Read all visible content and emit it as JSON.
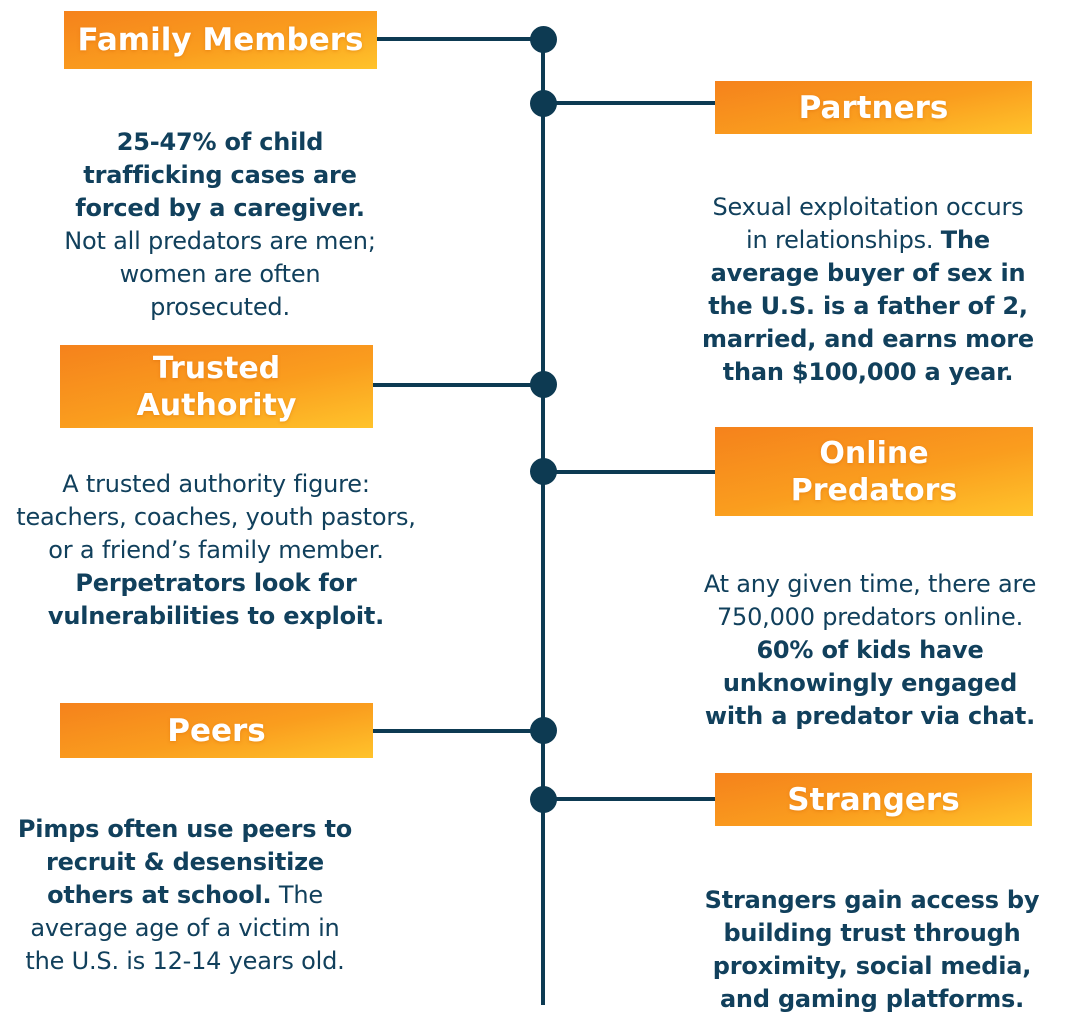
{
  "colors": {
    "accent_top": "#f5821c",
    "accent_mid": "#fa9d1e",
    "accent_bottom": "#ffc32b",
    "navy": "#0d3a52",
    "text": "#11405c",
    "header_text": "#ffffff"
  },
  "sections": {
    "family": {
      "title": "Family Members",
      "lead": "25-47% of child\ntrafficking cases are\nforced by a caregiver.",
      "rest": "\nNot all predators are men;\nwomen are often\nprosecuted."
    },
    "partners": {
      "title": "Partners",
      "lead": "Sexual exploitation occurs\nin relationships. ",
      "rest": "The\naverage buyer of sex in\nthe U.S. is a father of 2,\nmarried, and earns more\nthan $100,000 a year."
    },
    "trusted": {
      "title": "Trusted\nAuthority",
      "lead": "A trusted authority figure:\nteachers, coaches, youth pastors,\nor a friend’s family member.",
      "rest": "\nPerpetrators look for\nvulnerabilities to exploit."
    },
    "online": {
      "title": "Online\nPredators",
      "lead": "At any given time, there are\n750,000 predators online.",
      "rest": "\n60% of kids have\nunknowingly engaged\nwith a predator via chat."
    },
    "peers": {
      "title": "Peers",
      "lead": "Pimps often use peers to\nrecruit & desensitize\nothers at school.",
      "rest": " The\naverage age of a victim in\nthe U.S. is 12-14 years old."
    },
    "strangers": {
      "title": "Strangers",
      "lead": "Strangers gain access by\nbuilding trust through\nproximity, social media,\nand gaming platforms."
    }
  }
}
